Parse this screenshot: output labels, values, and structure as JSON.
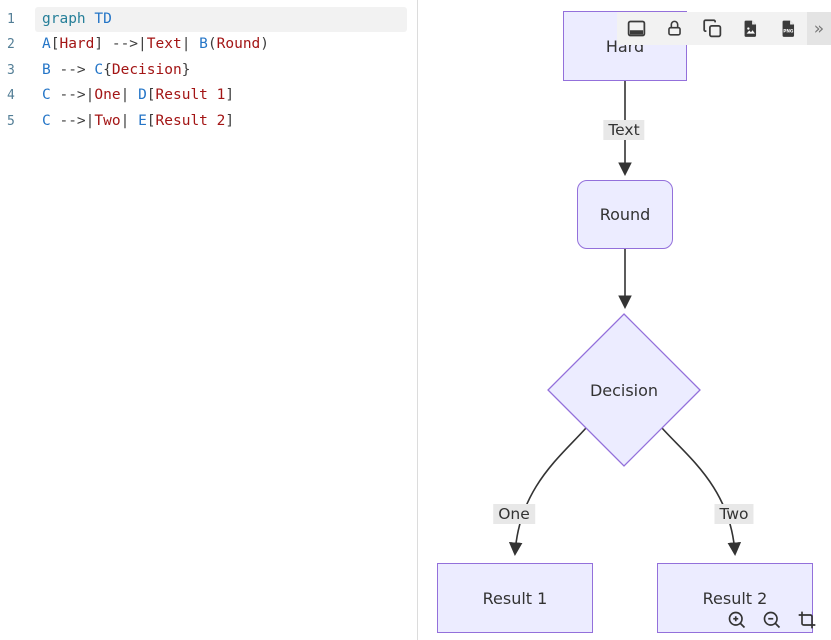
{
  "editor": {
    "lines": [
      {
        "num": "1",
        "highlight": true,
        "segments": [
          {
            "t": "kw",
            "s": "graph"
          },
          {
            "t": "op",
            "s": " "
          },
          {
            "t": "id",
            "s": "TD"
          }
        ]
      },
      {
        "num": "2",
        "highlight": false,
        "segments": [
          {
            "t": "id",
            "s": "A"
          },
          {
            "t": "op",
            "s": "["
          },
          {
            "t": "str",
            "s": "Hard"
          },
          {
            "t": "op",
            "s": "] -->|"
          },
          {
            "t": "str",
            "s": "Text"
          },
          {
            "t": "op",
            "s": "| "
          },
          {
            "t": "id",
            "s": "B"
          },
          {
            "t": "op",
            "s": "("
          },
          {
            "t": "str",
            "s": "Round"
          },
          {
            "t": "op",
            "s": ")"
          }
        ]
      },
      {
        "num": "3",
        "highlight": false,
        "segments": [
          {
            "t": "id",
            "s": "B"
          },
          {
            "t": "op",
            "s": " --> "
          },
          {
            "t": "id",
            "s": "C"
          },
          {
            "t": "op",
            "s": "{"
          },
          {
            "t": "str",
            "s": "Decision"
          },
          {
            "t": "op",
            "s": "}"
          }
        ]
      },
      {
        "num": "4",
        "highlight": false,
        "segments": [
          {
            "t": "id",
            "s": "C"
          },
          {
            "t": "op",
            "s": " -->|"
          },
          {
            "t": "str",
            "s": "One"
          },
          {
            "t": "op",
            "s": "| "
          },
          {
            "t": "id",
            "s": "D"
          },
          {
            "t": "op",
            "s": "["
          },
          {
            "t": "str",
            "s": "Result 1"
          },
          {
            "t": "op",
            "s": "]"
          }
        ]
      },
      {
        "num": "5",
        "highlight": false,
        "segments": [
          {
            "t": "id",
            "s": "C"
          },
          {
            "t": "op",
            "s": " -->|"
          },
          {
            "t": "str",
            "s": "Two"
          },
          {
            "t": "op",
            "s": "| "
          },
          {
            "t": "id",
            "s": "E"
          },
          {
            "t": "op",
            "s": "["
          },
          {
            "t": "str",
            "s": "Result 2"
          },
          {
            "t": "op",
            "s": "]"
          }
        ]
      }
    ]
  },
  "diagram": {
    "type": "flowchart-top-down",
    "nodes": [
      {
        "id": "A",
        "label": "Hard",
        "shape": "rect"
      },
      {
        "id": "B",
        "label": "Round",
        "shape": "rounded"
      },
      {
        "id": "C",
        "label": "Decision",
        "shape": "diamond"
      },
      {
        "id": "D",
        "label": "Result 1",
        "shape": "rect"
      },
      {
        "id": "E",
        "label": "Result 2",
        "shape": "rect"
      }
    ],
    "edges": [
      {
        "from": "A",
        "to": "B",
        "label": "Text"
      },
      {
        "from": "B",
        "to": "C",
        "label": ""
      },
      {
        "from": "C",
        "to": "D",
        "label": "One"
      },
      {
        "from": "C",
        "to": "E",
        "label": "Two"
      }
    ]
  },
  "toolbar": {
    "icon_names": [
      "panel-bottom",
      "lock",
      "copy",
      "download-image",
      "download-png",
      "more"
    ],
    "more_glyph": "»"
  },
  "zoom_controls": {
    "icon_names": [
      "zoom-in",
      "zoom-out",
      "reset-view"
    ]
  },
  "colors": {
    "node_fill": "#ECECFF",
    "node_border": "#9370DB",
    "edge_line": "#333333",
    "edge_label_bg": "#e8e8e8",
    "token_keyword": "#267f99",
    "token_identifier": "#2475c7",
    "token_string": "#a31515",
    "token_operator": "#3d3d3d",
    "line_number": "#537e96",
    "active_line_bg": "#f2f2f2",
    "toolbar_bg": "#f2f2f2"
  }
}
